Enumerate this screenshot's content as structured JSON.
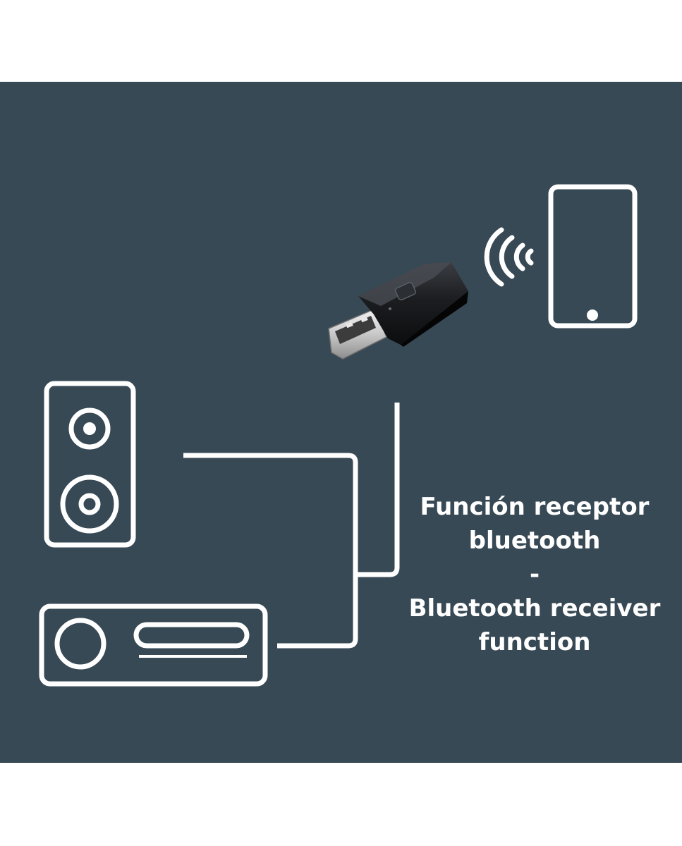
{
  "caption": {
    "line_es_1": "Función receptor",
    "line_es_2": "bluetooth",
    "separator": "-",
    "line_en_1": "Bluetooth receiver",
    "line_en_2": "function"
  },
  "colors": {
    "page_background": "#ffffff",
    "panel_background": "#374955",
    "icon_stroke": "#ffffff",
    "dongle_body": "#16181b"
  },
  "icons": [
    "smartphone-icon",
    "wireless-signal-icon",
    "usb-bluetooth-dongle-icon",
    "speaker-icon",
    "stereo-receiver-icon",
    "connection-lines"
  ]
}
